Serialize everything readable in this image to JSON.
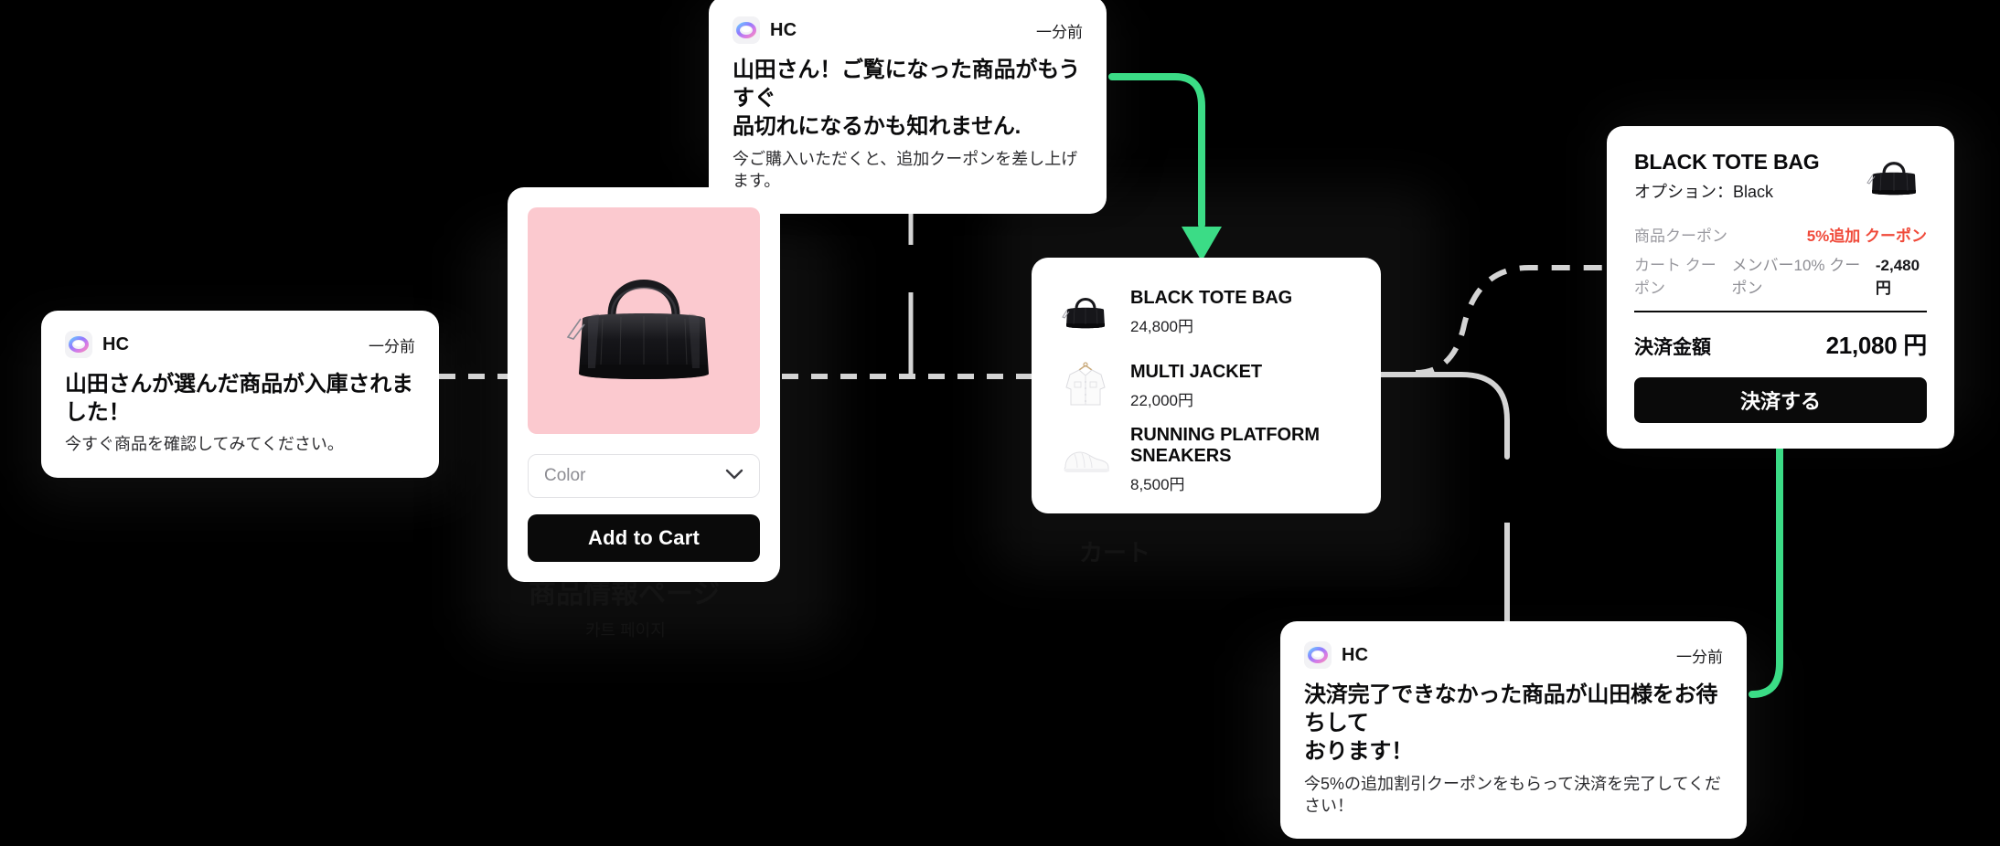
{
  "brand": {
    "name": "HC",
    "logo_icon": "hc-gradient-ring-icon"
  },
  "notifications": {
    "restock": {
      "app": "HC",
      "time": "一分前",
      "title": "山田さんが選んだ商品が入庫されました！",
      "subtitle": "今すぐ商品を確認してみてください。"
    },
    "low_stock": {
      "app": "HC",
      "time": "一分前",
      "title_line1": "山田さん！ご覧になった商品がもうすぐ",
      "title_line2": "品切れになるかも知れません.",
      "subtitle": "今ご購入いただくと、追加クーポンを差し上げます。"
    },
    "abandoned_cart": {
      "app": "HC",
      "time": "一分前",
      "title_line1": "決済完了できなかった商品が山田様をお待ちして",
      "title_line2": "おります！",
      "subtitle": "今5%の追加割引クーポンをもらって決済を完了してください！"
    }
  },
  "product_card": {
    "image_icon": "black-tote-bag-photo",
    "image_background": "#FBC9CF",
    "option_placeholder": "Color",
    "dropdown_icon": "chevron-down-icon",
    "add_to_cart_label": "Add to Cart"
  },
  "cart_card": {
    "items": [
      {
        "name": "BLACK TOTE BAG",
        "price": "24,800円",
        "thumb_icon": "black-tote-bag-thumb"
      },
      {
        "name": "MULTI JACKET",
        "price": "22,000円",
        "thumb_icon": "white-jacket-thumb"
      },
      {
        "name": "RUNNING PLATFORM SNEAKERS",
        "price": "8,500円",
        "thumb_icon": "white-sneakers-thumb"
      }
    ]
  },
  "checkout_card": {
    "product_title": "BLACK TOTE BAG",
    "option_text": "オプション：Black",
    "thumb_icon": "black-tote-bag-thumb",
    "lines": [
      {
        "label": "商品クーポン",
        "value": "5%追加 クーポン",
        "style": "accent"
      },
      {
        "label": "カート クーポン",
        "mid": "メンバー10% クーポン",
        "value": "-2,480円",
        "style": "strong"
      }
    ],
    "total_label": "決済金額",
    "total_value": "21,080 円",
    "pay_button_label": "決済する"
  },
  "colors": {
    "accent_red": "#F04A3A",
    "arrow_green": "#3BDC86",
    "connector_grey": "#D4D4D4",
    "card_white": "#FFFFFF",
    "background": "#000000",
    "button_black": "#0A0A0A",
    "product_pink": "#FBC9CF"
  },
  "connectors": {
    "green_arrows": 2,
    "dashed_lines": 3,
    "solid_lines": 4
  }
}
